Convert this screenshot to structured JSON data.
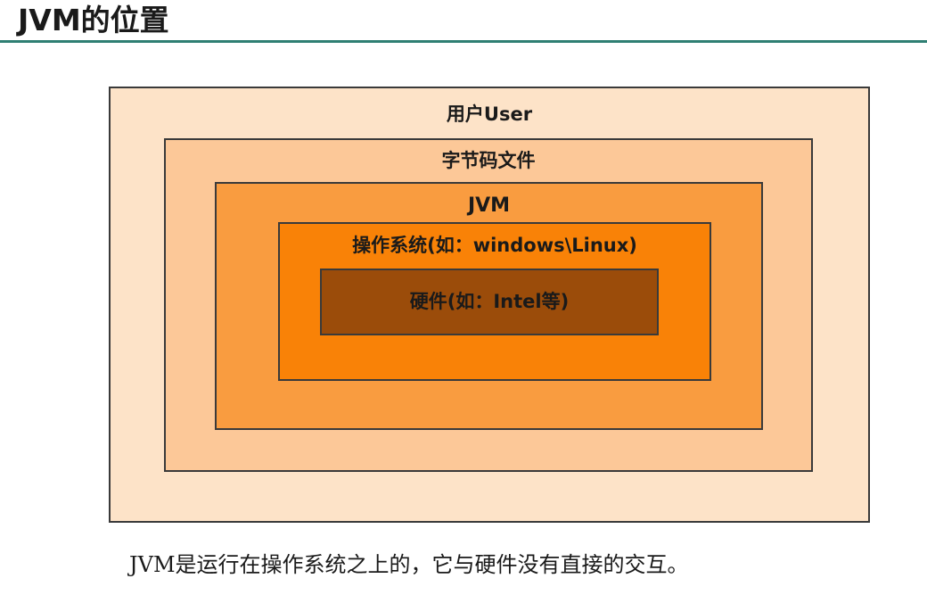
{
  "slide": {
    "title": "JVM的位置",
    "caption": "JVM是运行在操作系统之上的，它与硬件没有直接的交互。"
  },
  "diagram": {
    "layers": [
      {
        "label": "用户User",
        "color": "#fde3c8"
      },
      {
        "label": "字节码文件",
        "color": "#fcc898"
      },
      {
        "label": "JVM",
        "color": "#f99c40"
      },
      {
        "label": "操作系统(如：windows\\Linux)",
        "color": "#f98207"
      },
      {
        "label": "硬件(如：Intel等)",
        "color": "#9b4c0a"
      }
    ]
  },
  "colors": {
    "title_rule": "#2f7f73",
    "border": "#3a3a3a"
  }
}
